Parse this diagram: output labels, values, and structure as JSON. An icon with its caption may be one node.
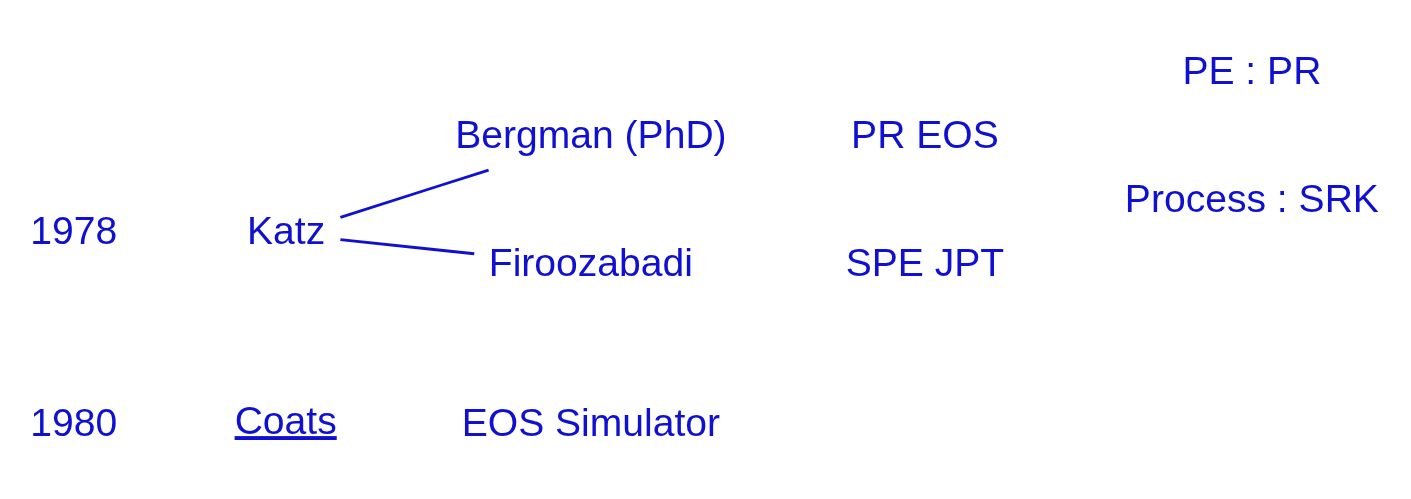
{
  "diagram": {
    "nodes": [
      {
        "text": [
          "Katz"
        ]
      },
      {
        "text": [
          "Bergman (PhD)"
        ]
      },
      {
        "text": [
          "Firoozabadi"
        ]
      }
    ],
    "edges": [
      {
        "from": 0,
        "to": 1,
        "arrow": "none"
      },
      {
        "from": 0,
        "to": 2,
        "arrow": "none"
      }
    ],
    "labels": [
      "1978",
      "PR EOS",
      "SPE JPT",
      "PE : PR",
      "Process : SRK",
      "1980",
      "Coats",
      "EOS Simulator"
    ]
  }
}
